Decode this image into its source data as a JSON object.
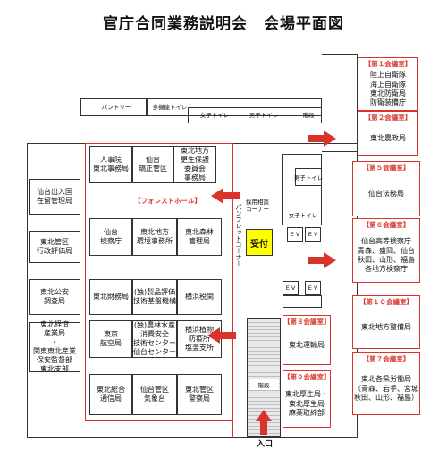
{
  "title": "官庁合同業務説明会　会場平面図",
  "colors": {
    "accent_red": "#d9342b",
    "reception_yellow": "#ffff00"
  },
  "utility": {
    "pantry": "パントリー",
    "cleaning": "多機能トイレ",
    "women_toilet_top": "女子トイレ",
    "men_toilet_top": "男子トイレ",
    "stairs_top": "階段",
    "men_toilet_center": "男子トイレ",
    "women_toilet_center": "女子トイレ",
    "consult_corner": "採用相談\nコーナー",
    "pamphlet_corner": "パンフレットコーナー",
    "reception": "受付",
    "ev": "E V",
    "stairs_bottom": "階段",
    "entrance": "入口"
  },
  "forest_hall_label": "【フォレストホール】",
  "booths": {
    "jinjiin": "人事院\n東北事務局",
    "sendai_kyosei": "仙台\n矯正管区",
    "kosei_hogo": "東北地方\n更生保護\n委員会\n事務局",
    "sendai_immigration": "仙台出入国\n在留管理局",
    "sendai_kensatsu": "仙台\n検察庁",
    "kankyo": "東北地方\n環境事務所",
    "shinrin": "東北森林\n管理局",
    "gyosei_hyoka": "東北管区\n行政評価局",
    "kouan": "東北公安\n調査局",
    "zaimu": "東北財務局",
    "seihin_hyoka": "(独)製品評価\n技術基盤機構",
    "yokohama_zeikan": "横浜税関",
    "keizai": "東北経済\n産業局\n・\n関東東北産業\n保安監督部\n東北支部",
    "koku": "東京\n航空局",
    "norin_center": "(独)農林水産\n消費安全\n技術センター\n仙台センター",
    "shokubutsu": "横浜植物\n防疫所\n塩釜支所",
    "sogo_tsushin": "東北総合\n通信局",
    "kishodai": "仙台管区\n気象台",
    "keisatsu": "東北管区\n警察局"
  },
  "rooms": {
    "r1": {
      "title": "【第１会議室】",
      "body": "陸上自衛隊\n海上自衛隊\n東北防衛局\n防衛装備庁"
    },
    "r2": {
      "title": "【第２会議室】",
      "body": "東北農政局"
    },
    "r5": {
      "title": "【第５会議室】",
      "body": "仙台法務局"
    },
    "r6": {
      "title": "【第６会議室】",
      "body": "仙台高等検察庁\n青森、盛岡、仙台\n秋田、山形、福島\n各地方検察庁"
    },
    "r10": {
      "title": "【第１０会議室】",
      "body": "東北地方整備局"
    },
    "r7": {
      "title": "【第７会議室】",
      "body": "東北各県労働局\n（青森、岩手、宮城\n秋田、山形、福島）"
    },
    "r8": {
      "title": "【第８会議室】",
      "body": "東北運輸局"
    },
    "r9": {
      "title": "【第９会議室】",
      "body": "東北厚生局・\n東北厚生局\n麻薬取締部"
    }
  }
}
